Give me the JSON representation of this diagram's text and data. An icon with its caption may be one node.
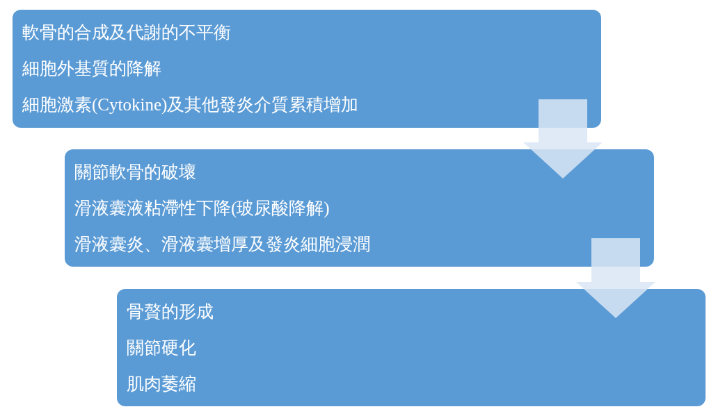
{
  "diagram": {
    "nodes": [
      {
        "text": [
          "軟骨的合成及代謝的不平衡",
          "細胞外基質的降解",
          "細胞激素(Cytokine)及其他發炎介質累積增加"
        ]
      },
      {
        "text": [
          "關節軟骨的破壞",
          "滑液囊液粘滯性下降(玻尿酸降解)",
          "滑液囊炎、滑液囊增厚及發炎細胞浸潤"
        ]
      },
      {
        "text": [
          "骨贅的形成",
          "關節硬化",
          "肌肉萎縮"
        ]
      }
    ],
    "edges": [
      {
        "from": 0,
        "to": 1,
        "arrow": "to"
      },
      {
        "from": 1,
        "to": 2,
        "arrow": "to"
      }
    ]
  }
}
